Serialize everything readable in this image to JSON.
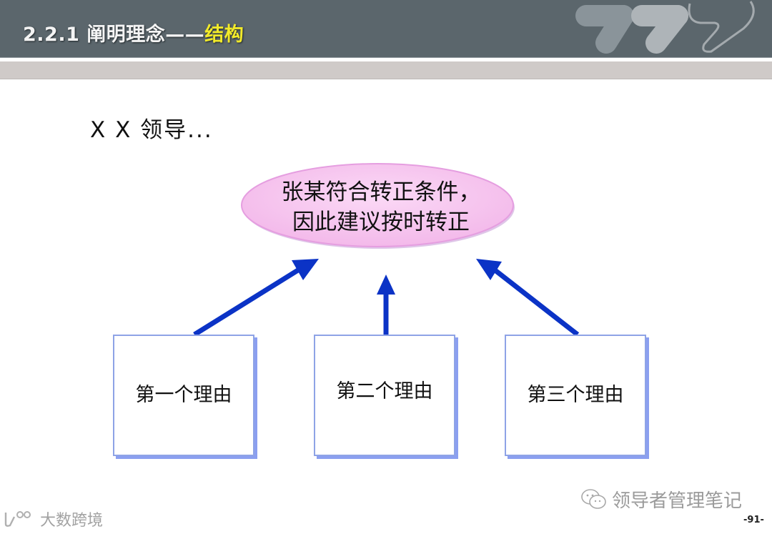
{
  "header": {
    "section_number": "2.2.1",
    "title_main": "阐明理念——",
    "title_highlight": "结构",
    "colors": {
      "background": "#5b666c",
      "title": "#f4f4f4",
      "highlight": "#f2ea2a"
    }
  },
  "body": {
    "salutation": "X X 领导..."
  },
  "diagram": {
    "conclusion": {
      "line1": "张某符合转正条件，",
      "line2": "因此建议按时转正",
      "fill": "#f6c8f0"
    },
    "reasons": [
      {
        "label": "第一个理由"
      },
      {
        "label": "第二个理由"
      },
      {
        "label": "第三个理由"
      }
    ],
    "arrow_color": "#0b33c6",
    "box_border": "#8ea3e6"
  },
  "footer": {
    "wechat_account": "领导者管理笔记",
    "brand": "大数跨境",
    "page_number": "-91-"
  }
}
